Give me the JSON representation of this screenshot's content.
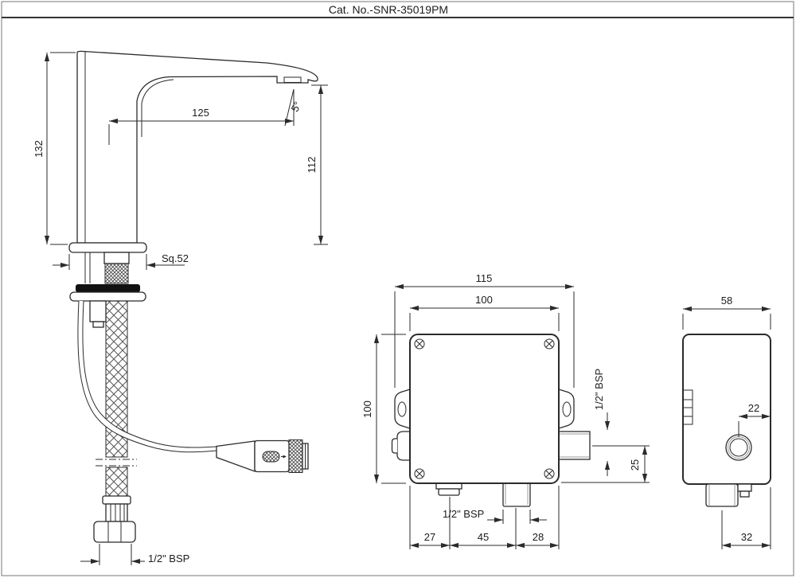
{
  "title": "Cat. No.-SNR-35019PM",
  "faucet": {
    "height": "132",
    "reach": "125",
    "angle": "5°",
    "spout_height": "112",
    "base": "Sq.52",
    "hose_thread": "1/2\" BSP"
  },
  "box_front": {
    "overall_width": "115",
    "width": "100",
    "height": "100",
    "side_thread": "1/2\" BSP",
    "side_offset": "25",
    "bottom_thread": "1/2\" BSP",
    "seg_left": "27",
    "seg_mid": "45",
    "seg_right": "28"
  },
  "box_side": {
    "depth": "58",
    "outlet_offset": "22",
    "connector_offset": "32"
  }
}
